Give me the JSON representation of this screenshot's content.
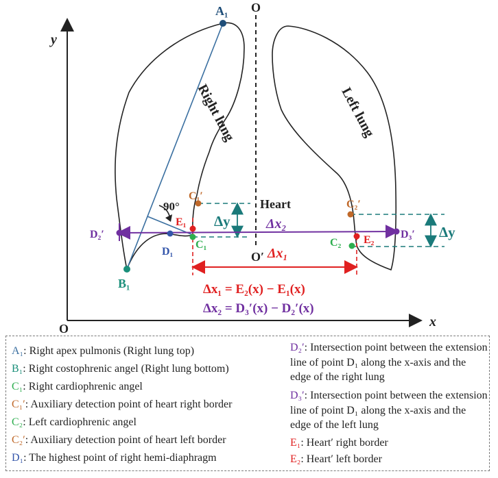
{
  "colors": {
    "A1": "#1f4e79",
    "B1": "#1a8f7a",
    "C1": "#2eae4f",
    "C1p": "#c0692a",
    "C2": "#2eae4f",
    "C2p": "#c0692a",
    "D1": "#3355aa",
    "D2p": "#7030a0",
    "D3p": "#7030a0",
    "E1": "#e02020",
    "E2": "#e02020",
    "teal": "#1a7a7a",
    "red": "#e02020",
    "purple": "#7030a0"
  },
  "axes": {
    "y": "y",
    "x": "x",
    "origin": "O",
    "top": "O",
    "bottom": "O′"
  },
  "labels": {
    "right_lung": "Right lung",
    "left_lung": "Left lung",
    "heart": "Heart",
    "angle": "90°",
    "dy_left": "Δy",
    "dy_right": "Δy",
    "dx1": "Δx₁",
    "dx2": "Δx₂",
    "A1": "A₁",
    "B1": "B₁",
    "C1": "C₁",
    "C1p": "C₁′",
    "C2": "C₂",
    "C2p": "C₂′",
    "D1": "D₁",
    "D2p": "D₂′",
    "D3p": "D₃′",
    "E1": "E₁",
    "E2": "E₂"
  },
  "formulas": {
    "f1": "Δx₁ = E₂(x) − E₁(x)",
    "f2": "Δx₂ = D₃′(x) − D₂′(x)"
  },
  "legend": [
    {
      "key": "A₁",
      "text": ": Right apex pulmonis (Right lung top)"
    },
    {
      "key": "B₁",
      "text": ": Right costophrenic angel (Right lung bottom)"
    },
    {
      "key": "C₁",
      "text": ": Right cardiophrenic angel"
    },
    {
      "key": "C₁′",
      "text": ": Auxiliary detection point of heart right border"
    },
    {
      "key": "C₂",
      "text": ": Left cardiophrenic angel"
    },
    {
      "key": "C₂′",
      "text": ": Auxiliary detection point of heart left border"
    },
    {
      "key": "D₁",
      "text": ": The highest point of right hemi-diaphragm"
    },
    {
      "key": "D₂′",
      "text": ": Intersection point between the extension line of point D₁ along the x-axis and the edge of the right lung"
    },
    {
      "key": "D₃′",
      "text": ": Intersection point between the extension line of point D₁ along the x-axis and the edge of the left lung"
    },
    {
      "key": "E₁",
      "text": ": Heart′ right border"
    },
    {
      "key": "E₂",
      "text": ": Heart′ left border"
    }
  ]
}
